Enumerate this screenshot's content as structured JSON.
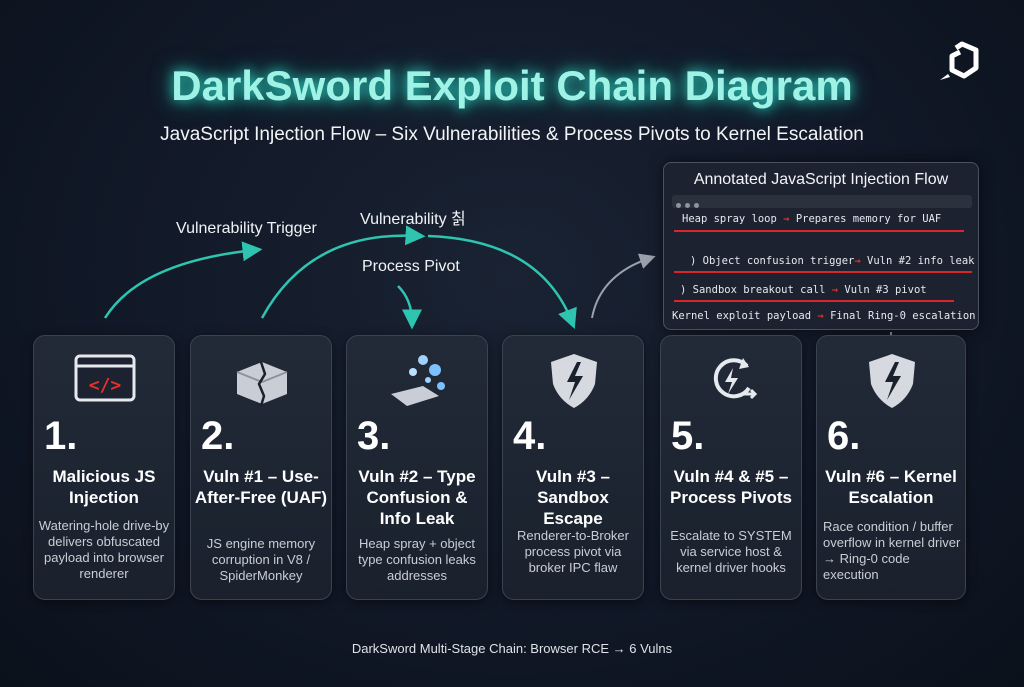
{
  "header": {
    "title": "DarkSword Exploit Chain Diagram",
    "subtitle": "JavaScript Injection Flow – Six Vulnerabilities & Process Pivots to Kernel Escalation"
  },
  "flow_labels": {
    "trigger": "Vulnerability Trigger",
    "vuln": "Vulnerability 칡",
    "pivot": "Process Pivot"
  },
  "code_panel": {
    "title": "Annotated JavaScript Injection Flow",
    "lines": [
      {
        "code": "Heap spray loop",
        "annotation": "Prepares memory for UAF"
      },
      {
        "code": "Object confusion trigger",
        "annotation": "Vuln #2 info leak"
      },
      {
        "code": "Sandbox breakout call",
        "annotation": "Vuln #3 pivot"
      },
      {
        "code": "Kernel exploit payload",
        "annotation": "Final Ring-0 escalation"
      }
    ],
    "arrow": "→",
    "accent": "#d8262a"
  },
  "cards": [
    {
      "num": "1.",
      "title": "Malicious JS Injection",
      "desc": "Watering-hole drive-by delivers obfuscated payload into browser renderer",
      "icon": "code-window-icon"
    },
    {
      "num": "2.",
      "title": "Vuln #1 – Use-After-Free (UAF)",
      "desc": "JS engine memory corruption in V8 / SpiderMonkey",
      "icon": "cracked-block-icon"
    },
    {
      "num": "3.",
      "title": "Vuln #2 – Type Confusion & Info Leak",
      "desc": "Heap spray + object type confusion leaks addresses",
      "icon": "heap-spray-icon"
    },
    {
      "num": "4.",
      "title": "Vuln #3 – Sandbox Escape",
      "desc": "Renderer-to-Broker process pivot via broker IPC flaw",
      "icon": "broken-shield-icon"
    },
    {
      "num": "5.",
      "title": "Vuln #4 & #5 – Process Pivots",
      "desc": "Escalate to SYSTEM via service host & kernel driver hooks",
      "icon": "pivot-refresh-icon"
    },
    {
      "num": "6.",
      "title": "Vuln #6 – Kernel Escalation",
      "desc": "Race condition / buffer overflow in kernel driver → Ring-0 code execution",
      "icon": "kernel-shield-icon"
    }
  ],
  "footer": "DarkSword Multi-Stage Chain: Browser RCE → 6 Vulns",
  "colors": {
    "accent_teal": "#2ec4b0",
    "title_glow": "#9ff3e6",
    "background": "#111827"
  }
}
